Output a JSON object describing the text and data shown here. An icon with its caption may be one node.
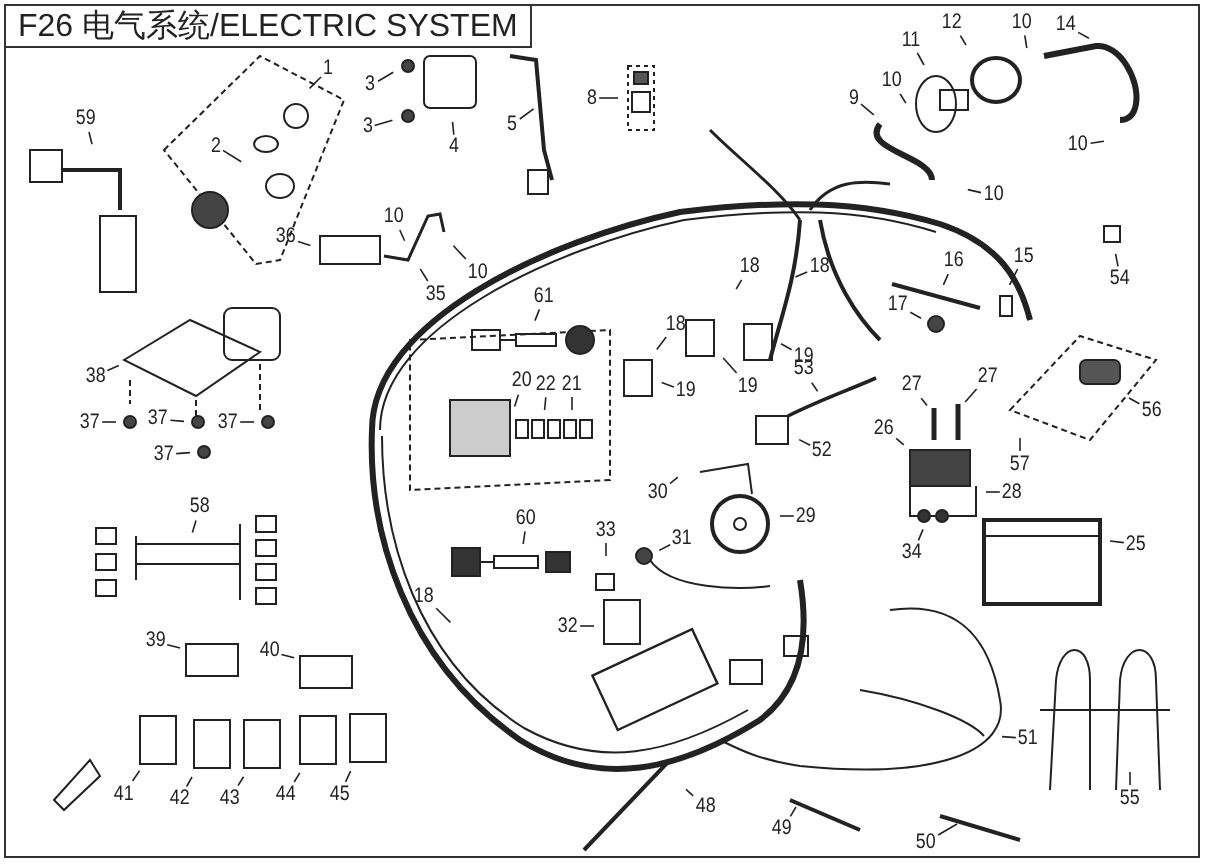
{
  "diagram": {
    "title": "F26 电气系统/ELECTRIC SYSTEM",
    "nodes": [
      {
        "text": [
          "1"
        ]
      },
      {
        "text": [
          "2"
        ]
      },
      {
        "text": [
          "3"
        ]
      },
      {
        "text": [
          "3"
        ]
      },
      {
        "text": [
          "4"
        ]
      },
      {
        "text": [
          "5"
        ]
      },
      {
        "text": [
          "8"
        ]
      },
      {
        "text": [
          "9"
        ]
      },
      {
        "text": [
          "10"
        ]
      },
      {
        "text": [
          "11"
        ]
      },
      {
        "text": [
          "12"
        ]
      },
      {
        "text": [
          "10"
        ]
      },
      {
        "text": [
          "14"
        ]
      },
      {
        "text": [
          "10"
        ]
      },
      {
        "text": [
          "10"
        ]
      },
      {
        "text": [
          "59"
        ]
      },
      {
        "text": [
          "36"
        ]
      },
      {
        "text": [
          "10"
        ]
      },
      {
        "text": [
          "10"
        ]
      },
      {
        "text": [
          "35"
        ]
      },
      {
        "text": [
          "38"
        ]
      },
      {
        "text": [
          "37"
        ]
      },
      {
        "text": [
          "37"
        ]
      },
      {
        "text": [
          "37"
        ]
      },
      {
        "text": [
          "37"
        ]
      },
      {
        "text": [
          "61"
        ]
      },
      {
        "text": [
          "20"
        ]
      },
      {
        "text": [
          "22"
        ]
      },
      {
        "text": [
          "21"
        ]
      },
      {
        "text": [
          "18"
        ]
      },
      {
        "text": [
          "18"
        ]
      },
      {
        "text": [
          "18"
        ]
      },
      {
        "text": [
          "19"
        ]
      },
      {
        "text": [
          "19"
        ]
      },
      {
        "text": [
          "19"
        ]
      },
      {
        "text": [
          "16"
        ]
      },
      {
        "text": [
          "17"
        ]
      },
      {
        "text": [
          "15"
        ]
      },
      {
        "text": [
          "54"
        ]
      },
      {
        "text": [
          "53"
        ]
      },
      {
        "text": [
          "52"
        ]
      },
      {
        "text": [
          "56"
        ]
      },
      {
        "text": [
          "57"
        ]
      },
      {
        "text": [
          "27"
        ]
      },
      {
        "text": [
          "27"
        ]
      },
      {
        "text": [
          "26"
        ]
      },
      {
        "text": [
          "28"
        ]
      },
      {
        "text": [
          "30"
        ]
      },
      {
        "text": [
          "29"
        ]
      },
      {
        "text": [
          "31"
        ]
      },
      {
        "text": [
          "34"
        ]
      },
      {
        "text": [
          "25"
        ]
      },
      {
        "text": [
          "33"
        ]
      },
      {
        "text": [
          "32"
        ]
      },
      {
        "text": [
          "60"
        ]
      },
      {
        "text": [
          "58"
        ]
      },
      {
        "text": [
          "18"
        ]
      },
      {
        "text": [
          "39"
        ]
      },
      {
        "text": [
          "40"
        ]
      },
      {
        "text": [
          "41"
        ]
      },
      {
        "text": [
          "42"
        ]
      },
      {
        "text": [
          "43"
        ]
      },
      {
        "text": [
          "44"
        ]
      },
      {
        "text": [
          "45"
        ]
      },
      {
        "text": [
          "51"
        ]
      },
      {
        "text": [
          "48"
        ]
      },
      {
        "text": [
          "49"
        ]
      },
      {
        "text": [
          "50"
        ]
      },
      {
        "text": [
          "55"
        ]
      }
    ],
    "edges": [
      {
        "from": 0,
        "to": null,
        "arrow": "none"
      },
      {
        "from": 1,
        "to": null,
        "arrow": "none"
      },
      {
        "from": 2,
        "to": null,
        "arrow": "none"
      },
      {
        "from": 3,
        "to": null,
        "arrow": "none"
      },
      {
        "from": 4,
        "to": null,
        "arrow": "none"
      },
      {
        "from": 5,
        "to": null,
        "arrow": "none"
      },
      {
        "from": 6,
        "to": null,
        "arrow": "none"
      },
      {
        "from": 7,
        "to": null,
        "arrow": "none"
      },
      {
        "from": 8,
        "to": null,
        "arrow": "none"
      },
      {
        "from": 9,
        "to": null,
        "arrow": "none"
      },
      {
        "from": 10,
        "to": null,
        "arrow": "none"
      },
      {
        "from": 11,
        "to": null,
        "arrow": "none"
      },
      {
        "from": 12,
        "to": null,
        "arrow": "none"
      },
      {
        "from": 13,
        "to": null,
        "arrow": "none"
      },
      {
        "from": 14,
        "to": null,
        "arrow": "none"
      },
      {
        "from": 15,
        "to": null,
        "arrow": "none"
      },
      {
        "from": 16,
        "to": null,
        "arrow": "none"
      },
      {
        "from": 17,
        "to": null,
        "arrow": "none"
      },
      {
        "from": 18,
        "to": null,
        "arrow": "none"
      },
      {
        "from": 19,
        "to": null,
        "arrow": "none"
      },
      {
        "from": 20,
        "to": null,
        "arrow": "none"
      },
      {
        "from": 21,
        "to": null,
        "arrow": "none"
      },
      {
        "from": 22,
        "to": null,
        "arrow": "none"
      },
      {
        "from": 23,
        "to": null,
        "arrow": "none"
      },
      {
        "from": 24,
        "to": null,
        "arrow": "none"
      },
      {
        "from": 25,
        "to": null,
        "arrow": "none"
      },
      {
        "from": 26,
        "to": null,
        "arrow": "none"
      },
      {
        "from": 27,
        "to": null,
        "arrow": "none"
      },
      {
        "from": 28,
        "to": null,
        "arrow": "none"
      },
      {
        "from": 29,
        "to": null,
        "arrow": "none"
      },
      {
        "from": 30,
        "to": null,
        "arrow": "none"
      },
      {
        "from": 31,
        "to": null,
        "arrow": "none"
      },
      {
        "from": 32,
        "to": null,
        "arrow": "none"
      },
      {
        "from": 33,
        "to": null,
        "arrow": "none"
      },
      {
        "from": 34,
        "to": null,
        "arrow": "none"
      },
      {
        "from": 35,
        "to": null,
        "arrow": "none"
      },
      {
        "from": 36,
        "to": null,
        "arrow": "none"
      },
      {
        "from": 37,
        "to": null,
        "arrow": "none"
      },
      {
        "from": 38,
        "to": null,
        "arrow": "none"
      },
      {
        "from": 39,
        "to": null,
        "arrow": "none"
      },
      {
        "from": 40,
        "to": null,
        "arrow": "none"
      },
      {
        "from": 41,
        "to": null,
        "arrow": "none"
      },
      {
        "from": 42,
        "to": null,
        "arrow": "none"
      },
      {
        "from": 43,
        "to": null,
        "arrow": "none"
      },
      {
        "from": 44,
        "to": null,
        "arrow": "none"
      },
      {
        "from": 45,
        "to": null,
        "arrow": "none"
      },
      {
        "from": 46,
        "to": null,
        "arrow": "none"
      },
      {
        "from": 47,
        "to": null,
        "arrow": "none"
      },
      {
        "from": 48,
        "to": null,
        "arrow": "none"
      },
      {
        "from": 49,
        "to": null,
        "arrow": "none"
      },
      {
        "from": 50,
        "to": null,
        "arrow": "none"
      },
      {
        "from": 51,
        "to": null,
        "arrow": "none"
      },
      {
        "from": 52,
        "to": null,
        "arrow": "none"
      },
      {
        "from": 53,
        "to": null,
        "arrow": "none"
      },
      {
        "from": 54,
        "to": null,
        "arrow": "none"
      },
      {
        "from": 55,
        "to": null,
        "arrow": "none"
      },
      {
        "from": 56,
        "to": null,
        "arrow": "none"
      },
      {
        "from": 57,
        "to": null,
        "arrow": "none"
      },
      {
        "from": 58,
        "to": null,
        "arrow": "none"
      },
      {
        "from": 59,
        "to": null,
        "arrow": "none"
      },
      {
        "from": 60,
        "to": null,
        "arrow": "none"
      },
      {
        "from": 61,
        "to": null,
        "arrow": "none"
      },
      {
        "from": 62,
        "to": null,
        "arrow": "none"
      },
      {
        "from": 63,
        "to": null,
        "arrow": "none"
      },
      {
        "from": 64,
        "to": null,
        "arrow": "none"
      },
      {
        "from": 65,
        "to": null,
        "arrow": "none"
      },
      {
        "from": 66,
        "to": null,
        "arrow": "none"
      },
      {
        "from": 67,
        "to": null,
        "arrow": "none"
      },
      {
        "from": 68,
        "to": null,
        "arrow": "none"
      }
    ]
  }
}
